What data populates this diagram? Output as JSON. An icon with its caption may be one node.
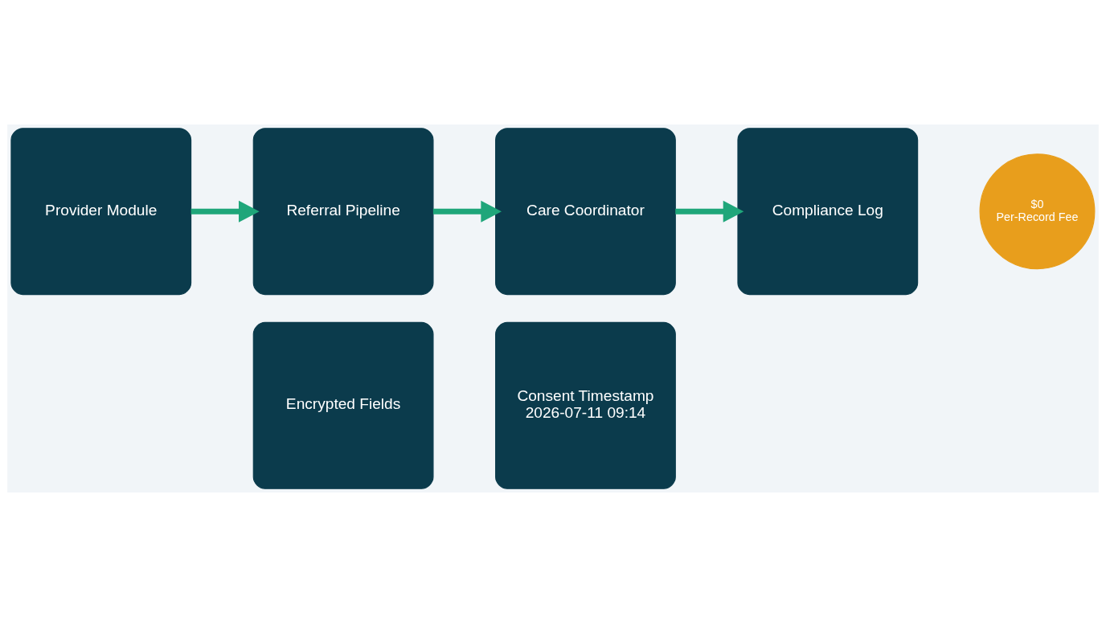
{
  "diagram": {
    "nodes": [
      {
        "text": [
          "Provider Module"
        ]
      },
      {
        "text": [
          "Referral Pipeline"
        ]
      },
      {
        "text": [
          "Care Coordinator"
        ]
      },
      {
        "text": [
          "Compliance Log"
        ]
      },
      {
        "text": [
          "Encrypted Fields"
        ]
      },
      {
        "text": [
          "Consent Timestamp",
          "2026-07-11 09:14"
        ]
      },
      {
        "text": [
          "$0",
          "Per-Record Fee"
        ]
      }
    ],
    "edges": [
      {
        "from": 0,
        "to": 1,
        "arrow": "to"
      },
      {
        "from": 1,
        "to": 2,
        "arrow": "to"
      },
      {
        "from": 2,
        "to": 3,
        "arrow": "to"
      }
    ]
  }
}
